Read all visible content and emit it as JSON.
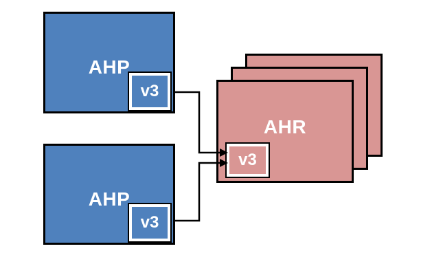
{
  "diagram": {
    "colors": {
      "node-blue": "#4f81bd",
      "node-pink": "#d99694",
      "border": "#000000",
      "badge-border": "#ffffff",
      "text": "#ffffff",
      "line": "#000000"
    },
    "nodes": {
      "ahp_top": {
        "label": "AHP",
        "badge": "v3"
      },
      "ahp_bottom": {
        "label": "AHP",
        "badge": "v3"
      },
      "ahr": {
        "label": "AHR",
        "badge": "v3",
        "stacked_copies": 3
      }
    },
    "connectors": [
      {
        "from": "ahp_top.badge",
        "to": "ahr.badge",
        "style": "elbow-arrow"
      },
      {
        "from": "ahp_bottom.badge",
        "to": "ahr.badge",
        "style": "elbow-arrow"
      }
    ]
  }
}
